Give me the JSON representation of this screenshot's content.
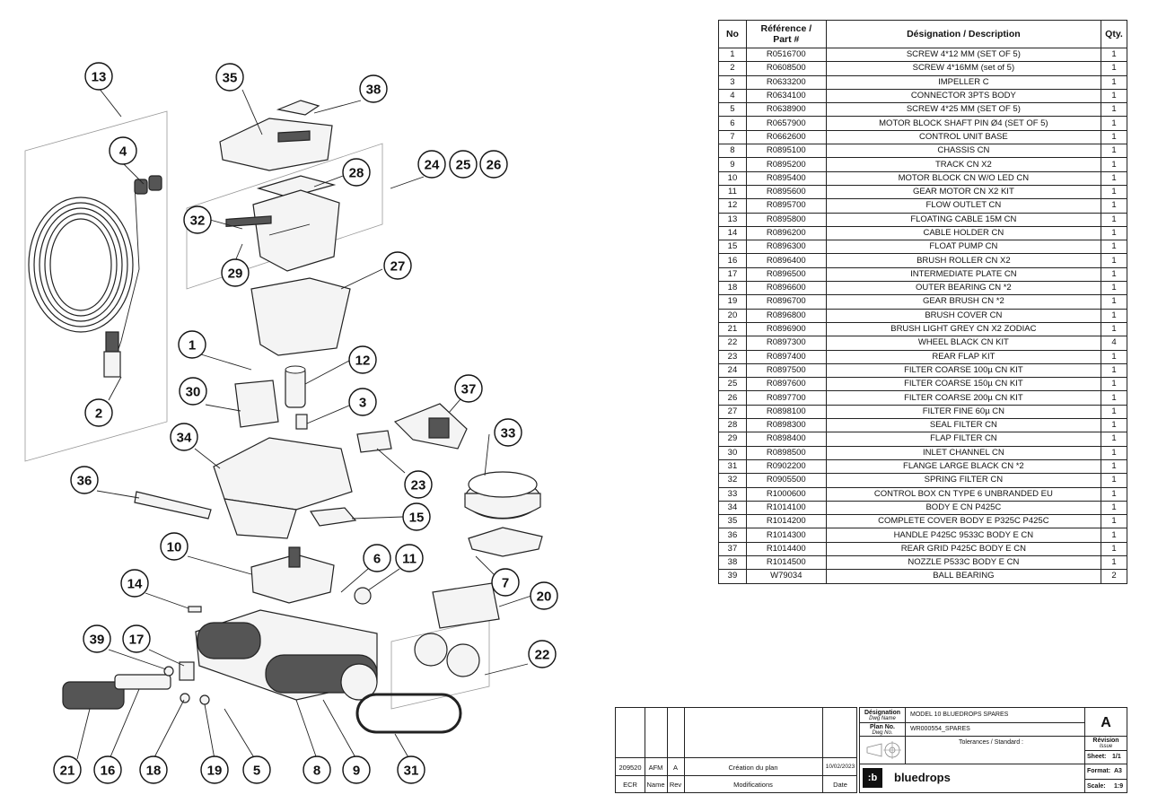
{
  "parts_table": {
    "headers": {
      "no": "No",
      "ref_line1": "Référence /",
      "ref_line2": "Part #",
      "desc": "Désignation / Description",
      "qty": "Qty."
    },
    "rows": [
      {
        "no": "1",
        "ref": "R0516700",
        "desc": "SCREW 4*12 MM (SET OF 5)",
        "qty": "1"
      },
      {
        "no": "2",
        "ref": "R0608500",
        "desc": "SCREW 4*16MM (set of 5)",
        "qty": "1"
      },
      {
        "no": "3",
        "ref": "R0633200",
        "desc": "IMPELLER C",
        "qty": "1"
      },
      {
        "no": "4",
        "ref": "R0634100",
        "desc": "CONNECTOR 3PTS BODY",
        "qty": "1"
      },
      {
        "no": "5",
        "ref": "R0638900",
        "desc": "SCREW 4*25 MM (SET OF 5)",
        "qty": "1"
      },
      {
        "no": "6",
        "ref": "R0657900",
        "desc": "MOTOR BLOCK SHAFT PIN Ø4 (SET OF 5)",
        "qty": "1"
      },
      {
        "no": "7",
        "ref": "R0662600",
        "desc": "CONTROL UNIT BASE",
        "qty": "1"
      },
      {
        "no": "8",
        "ref": "R0895100",
        "desc": "CHASSIS CN",
        "qty": "1"
      },
      {
        "no": "9",
        "ref": "R0895200",
        "desc": "TRACK CN X2",
        "qty": "1"
      },
      {
        "no": "10",
        "ref": "R0895400",
        "desc": "MOTOR BLOCK CN W/O LED CN",
        "qty": "1"
      },
      {
        "no": "11",
        "ref": "R0895600",
        "desc": "GEAR MOTOR CN X2 KIT",
        "qty": "1"
      },
      {
        "no": "12",
        "ref": "R0895700",
        "desc": "FLOW OUTLET CN",
        "qty": "1"
      },
      {
        "no": "13",
        "ref": "R0895800",
        "desc": "FLOATING CABLE 15M CN",
        "qty": "1"
      },
      {
        "no": "14",
        "ref": "R0896200",
        "desc": "CABLE HOLDER CN",
        "qty": "1"
      },
      {
        "no": "15",
        "ref": "R0896300",
        "desc": "FLOAT PUMP CN",
        "qty": "1"
      },
      {
        "no": "16",
        "ref": "R0896400",
        "desc": "BRUSH ROLLER CN X2",
        "qty": "1"
      },
      {
        "no": "17",
        "ref": "R0896500",
        "desc": "INTERMEDIATE PLATE CN",
        "qty": "1"
      },
      {
        "no": "18",
        "ref": "R0896600",
        "desc": "OUTER BEARING CN *2",
        "qty": "1"
      },
      {
        "no": "19",
        "ref": "R0896700",
        "desc": "GEAR BRUSH CN *2",
        "qty": "1"
      },
      {
        "no": "20",
        "ref": "R0896800",
        "desc": "BRUSH COVER CN",
        "qty": "1"
      },
      {
        "no": "21",
        "ref": "R0896900",
        "desc": "BRUSH LIGHT GREY CN X2 ZODIAC",
        "qty": "1"
      },
      {
        "no": "22",
        "ref": "R0897300",
        "desc": "WHEEL BLACK CN KIT",
        "qty": "4"
      },
      {
        "no": "23",
        "ref": "R0897400",
        "desc": "REAR FLAP KIT",
        "qty": "1"
      },
      {
        "no": "24",
        "ref": "R0897500",
        "desc": "FILTER COARSE 100µ CN KIT",
        "qty": "1"
      },
      {
        "no": "25",
        "ref": "R0897600",
        "desc": "FILTER COARSE 150µ CN KIT",
        "qty": "1"
      },
      {
        "no": "26",
        "ref": "R0897700",
        "desc": "FILTER COARSE 200µ CN KIT",
        "qty": "1"
      },
      {
        "no": "27",
        "ref": "R0898100",
        "desc": "FILTER FINE 60µ CN",
        "qty": "1"
      },
      {
        "no": "28",
        "ref": "R0898300",
        "desc": "SEAL FILTER CN",
        "qty": "1"
      },
      {
        "no": "29",
        "ref": "R0898400",
        "desc": "FLAP FILTER CN",
        "qty": "1"
      },
      {
        "no": "30",
        "ref": "R0898500",
        "desc": "INLET CHANNEL CN",
        "qty": "1"
      },
      {
        "no": "31",
        "ref": "R0902200",
        "desc": "FLANGE LARGE BLACK CN *2",
        "qty": "1"
      },
      {
        "no": "32",
        "ref": "R0905500",
        "desc": "SPRING FILTER CN",
        "qty": "1"
      },
      {
        "no": "33",
        "ref": "R1000600",
        "desc": "CONTROL BOX CN TYPE 6 UNBRANDED EU",
        "qty": "1"
      },
      {
        "no": "34",
        "ref": "R1014100",
        "desc": "BODY E CN P425C",
        "qty": "1"
      },
      {
        "no": "35",
        "ref": "R1014200",
        "desc": "COMPLETE COVER BODY E P325C P425C",
        "qty": "1"
      },
      {
        "no": "36",
        "ref": "R1014300",
        "desc": "HANDLE P425C 9533C BODY E CN",
        "qty": "1"
      },
      {
        "no": "37",
        "ref": "R1014400",
        "desc": "REAR GRID P425C BODY E CN",
        "qty": "1"
      },
      {
        "no": "38",
        "ref": "R1014500",
        "desc": "NOZZLE P533C BODY E CN",
        "qty": "1"
      },
      {
        "no": "39",
        "ref": "W79034",
        "desc": "BALL BEARING",
        "qty": "2"
      }
    ]
  },
  "bubbles": [
    "13",
    "4",
    "2",
    "35",
    "38",
    "28",
    "24",
    "25",
    "26",
    "32",
    "29",
    "27",
    "1",
    "12",
    "30",
    "3",
    "37",
    "34",
    "33",
    "23",
    "36",
    "15",
    "10",
    "6",
    "11",
    "14",
    "7",
    "20",
    "39",
    "17",
    "22",
    "21",
    "16",
    "18",
    "19",
    "5",
    "8",
    "9",
    "31"
  ],
  "title_block": {
    "revision_row": {
      "ecr": "209520",
      "name": "AFM",
      "rev": "A",
      "modification": "Création du plan",
      "date": "10/02/2023"
    },
    "header_row": {
      "ecr": "ECR",
      "name": "Name",
      "rev": "Rev",
      "modification": "Modifications",
      "date": "Date"
    },
    "designation_label": "Désignation",
    "designation_label_en": "Dwg Name",
    "designation": "MODEL 10 BLUEDROPS SPARES",
    "plan_label": "Plan No.",
    "plan_label_en": "Dwg No.",
    "plan_no": "WR000554_SPARES",
    "tolerances": "Tolerances / Standard :",
    "revision": "A",
    "revision_label": "Révision",
    "revision_label_en": "Issue",
    "sheet_label": "Sheet:",
    "sheet": "1/1",
    "format_label": "Format:",
    "format": "A3",
    "scale_label": "Scale:",
    "scale": "1:9",
    "logo_mark": ":b",
    "brand": "bluedrops"
  }
}
